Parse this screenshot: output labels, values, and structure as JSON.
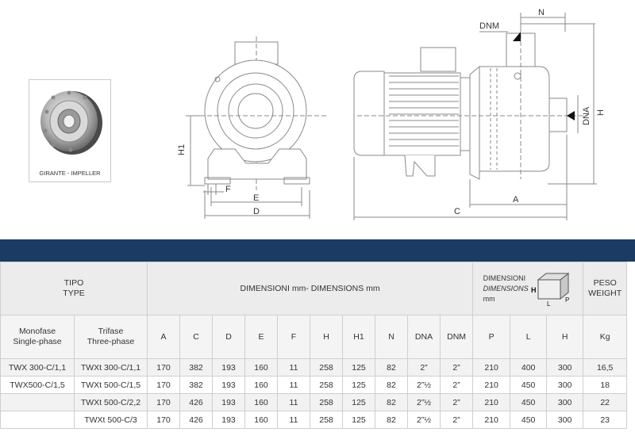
{
  "impeller": {
    "caption": "GIRANTE - IMPELLER"
  },
  "drawing_labels": {
    "h1": "H1",
    "f": "F",
    "e": "E",
    "d": "D",
    "dnm": "DNM",
    "n": "N",
    "dna": "DNA",
    "h": "H",
    "a": "A",
    "c": "C"
  },
  "table": {
    "tipo": [
      "TIPO",
      "TYPE"
    ],
    "dimensions_title": "DIMENSIONI mm- DIMENSIONS mm",
    "pack": {
      "line1": "DIMENSIONI",
      "line2": "DIMENSIONS",
      "line3": "mm",
      "h": "H",
      "l": "L",
      "p": "P"
    },
    "peso": [
      "PESO",
      "WEIGHT"
    ],
    "monofase": [
      "Monofase",
      "Single-phase"
    ],
    "trifase": [
      "Trifase",
      "Three-phase"
    ],
    "columns": [
      "A",
      "C",
      "D",
      "E",
      "F",
      "H",
      "H1",
      "N",
      "DNA",
      "DNM",
      "P",
      "L",
      "H",
      "Kg"
    ],
    "rows": [
      {
        "mono": "TWX 300-C/1,1",
        "tri": "TWXt 300-C/1,1",
        "vals": [
          "170",
          "382",
          "193",
          "160",
          "11",
          "258",
          "125",
          "82",
          "2”",
          "2”",
          "210",
          "400",
          "300",
          "16,5"
        ]
      },
      {
        "mono": "TWX500-C/1,5",
        "tri": "TWXt 500-C/1,5",
        "vals": [
          "170",
          "382",
          "193",
          "160",
          "11",
          "258",
          "125",
          "82",
          "2”½",
          "2”",
          "210",
          "450",
          "300",
          "18"
        ]
      },
      {
        "mono": "",
        "tri": "TWXt 500-C/2,2",
        "vals": [
          "170",
          "426",
          "193",
          "160",
          "11",
          "258",
          "125",
          "82",
          "2”½",
          "2”",
          "210",
          "450",
          "300",
          "22"
        ]
      },
      {
        "mono": "",
        "tri": "TWXt 500-C/3",
        "vals": [
          "170",
          "426",
          "193",
          "160",
          "11",
          "258",
          "125",
          "82",
          "2”½",
          "2”",
          "210",
          "450",
          "300",
          "23"
        ]
      }
    ]
  }
}
